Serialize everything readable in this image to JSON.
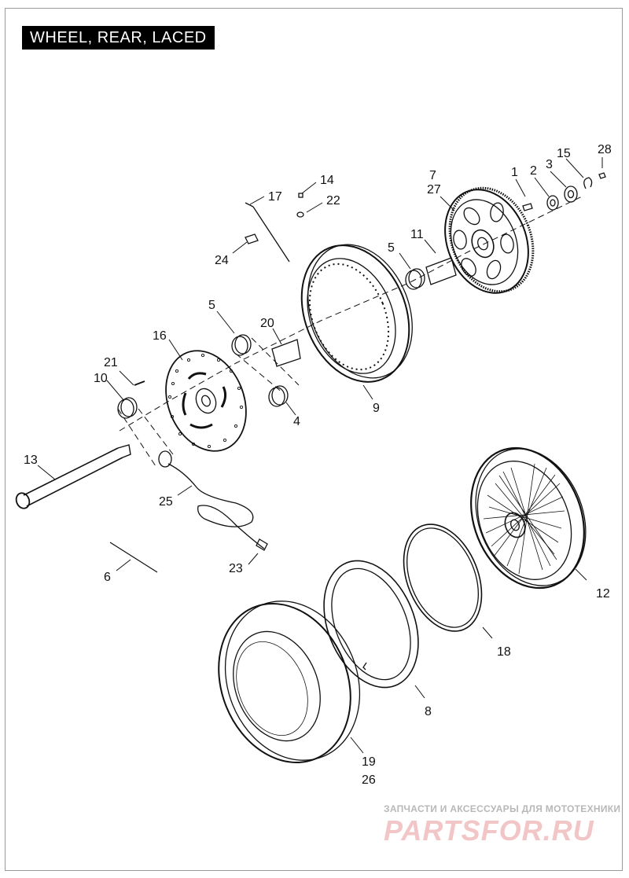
{
  "title": "WHEEL, REAR, LACED",
  "callouts": [
    "1",
    "2",
    "3",
    "4",
    "5",
    "5",
    "6",
    "7",
    "27",
    "8",
    "9",
    "10",
    "11",
    "12",
    "13",
    "14",
    "15",
    "16",
    "17",
    "18",
    "19",
    "26",
    "20",
    "21",
    "22",
    "23",
    "24",
    "25",
    "28"
  ],
  "watermark": {
    "caption": "ЗАПЧАСТИ И АКСЕССУАРЫ ДЛЯ МОТОТЕХНИКИ",
    "logo": "PARTSFOR.RU"
  },
  "colors": {
    "line": "#111111",
    "title_bg": "#000000",
    "title_fg": "#ffffff",
    "watermark": "#f2c6c6"
  }
}
